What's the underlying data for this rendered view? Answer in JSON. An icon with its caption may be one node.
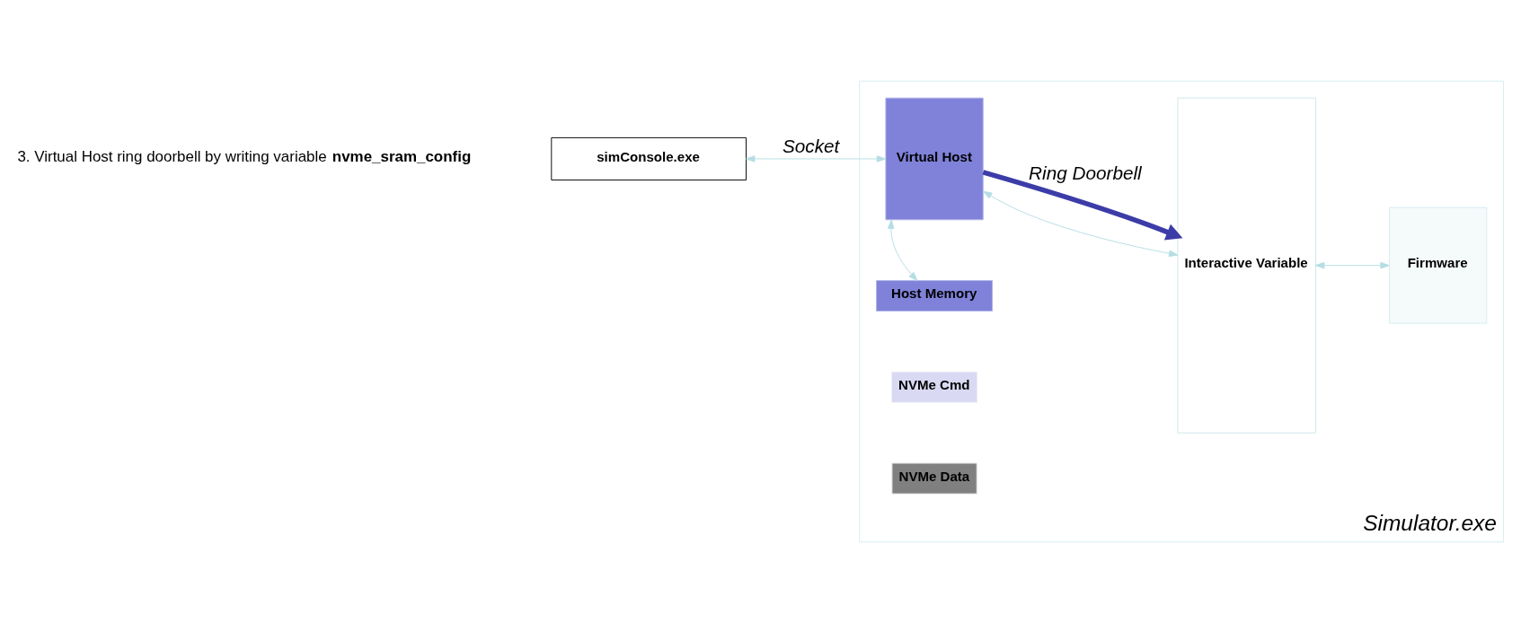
{
  "diagram": {
    "nodes": [
      {
        "text": [
          "Simulator.exe"
        ]
      },
      {
        "text": [
          "simConsole.exe"
        ]
      },
      {
        "text": [
          "Virtual Host"
        ],
        "in": 0
      },
      {
        "text": [
          "Interactive Variable"
        ],
        "in": 0
      },
      {
        "text": [
          "Firmware"
        ],
        "in": 0
      },
      {
        "text": [
          "Host Memory"
        ],
        "in": 0
      },
      {
        "text": [
          "NVMe Cmd"
        ],
        "in": 0
      },
      {
        "text": [
          "NVMe Data"
        ],
        "in": 0
      }
    ],
    "edges": [
      {
        "from": 1,
        "to": 2,
        "arrow": "both",
        "label": "Socket"
      },
      {
        "from": 2,
        "to": 3,
        "arrow": "both"
      },
      {
        "from": 3,
        "to": 4,
        "arrow": "both"
      },
      {
        "from": 2,
        "to": 5,
        "arrow": "both"
      },
      {
        "from": 2,
        "to": 3,
        "arrow": "to",
        "label": "Ring Doorbell",
        "style": "thick",
        "color": "#3c3ca8"
      }
    ],
    "labels": [
      "3. Virtual Host ring doorbell by writing variable **nvme_sram_config**"
    ]
  }
}
